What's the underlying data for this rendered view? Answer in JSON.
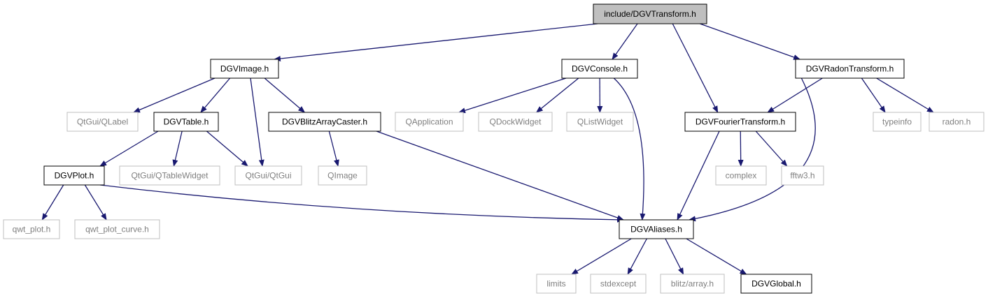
{
  "colors": {
    "edge": "#191970",
    "root_fill": "#bfbfbf",
    "project_border": "#000000",
    "external_border": "#bfbfbf",
    "project_text": "#000000",
    "external_text": "#808080"
  },
  "nodes": {
    "root": "include/DGVTransform.h",
    "dgvimage": "DGVImage.h",
    "dgvconsole": "DGVConsole.h",
    "dgvradon": "DGVRadonTransform.h",
    "qlabel": "QtGui/QLabel",
    "dgvtable": "DGVTable.h",
    "dgvblitz": "DGVBlitzArrayCaster.h",
    "qapplication": "QApplication",
    "qdockwidget": "QDockWidget",
    "qlistwidget": "QListWidget",
    "dgvfourier": "DGVFourierTransform.h",
    "typeinfo": "typeinfo",
    "radon": "radon.h",
    "dgvplot": "DGVPlot.h",
    "qtablewidget": "QtGui/QTableWidget",
    "qtgui": "QtGui/QtGui",
    "qimage": "QImage",
    "complex": "complex",
    "fftw3": "fftw3.h",
    "qwtplot": "qwt_plot.h",
    "qwtcurve": "qwt_plot_curve.h",
    "dgvaliases": "DGVAliases.h",
    "limits": "limits",
    "stdexcept": "stdexcept",
    "blitzarray": "blitz/array.h",
    "dgvglobal": "DGVGlobal.h"
  }
}
